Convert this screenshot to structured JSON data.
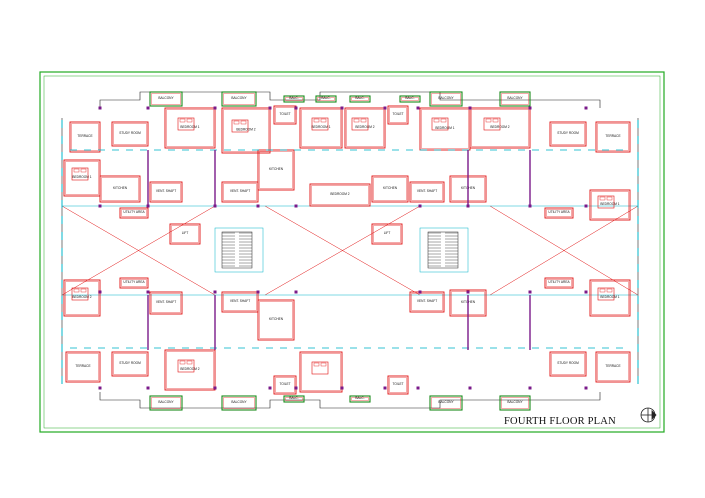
{
  "drawing": {
    "title": "FOURTH FLOOR PLAN",
    "colors": {
      "frame": "#22aa22",
      "walls": "#e01010",
      "window": "#00b4c8",
      "column": "#7a1a8a",
      "balcony": "#1a8a1a",
      "stair": "#222222",
      "text": "#111111"
    },
    "icons": [
      "north-arrow-icon"
    ]
  },
  "rooms": {
    "terrace_tl": "TERRACE",
    "terrace_tr": "TERRACE",
    "terrace_bl": "TERRACE",
    "terrace_br": "TERRACE",
    "study_tl": "STUDY ROOM",
    "study_tr": "STUDY ROOM",
    "study_bl": "STUDY ROOM",
    "study_br": "STUDY ROOM",
    "balcony_1": "BALCONY",
    "balcony_2": "BALCONY",
    "balcony_3": "BALCONY",
    "balcony_4": "BALCONY",
    "balcony_5": "BALCONY",
    "balcony_6": "BALCONY",
    "balcony_7": "BALCONY",
    "balcony_8": "BALCONY",
    "bed_1": "BEDROOM 1",
    "bed_2": "BEDROOM 2",
    "bed_3": "BEDROOM 1",
    "bed_4": "BEDROOM 2",
    "bed_5": "BEDROOM 1",
    "bed_6": "BEDROOM 2",
    "bed_7": "BEDROOM 1",
    "bed_8": "BEDROOM 2",
    "bed_9": "BEDROOM 1",
    "bed_10": "BEDROOM 2",
    "bed_11": "BEDROOM 1",
    "bed_12": "BEDROOM 2",
    "kitchen_1": "KITCHEN",
    "kitchen_2": "KITCHEN",
    "kitchen_3": "KITCHEN",
    "kitchen_4": "KITCHEN",
    "kitchen_5": "KITCHEN",
    "kitchen_6": "KITCHEN",
    "toilet_1": "TOILET",
    "toilet_2": "TOILET",
    "toilet_3": "TOILET",
    "toilet_4": "TOILET",
    "utility_1": "UTILITY AREA",
    "utility_2": "UTILITY AREA",
    "utility_3": "UTILITY AREA",
    "utility_4": "UTILITY AREA",
    "shaft_1": "VENT. SHAFT",
    "shaft_2": "VENT. SHAFT",
    "shaft_3": "VENT. SHAFT",
    "shaft_4": "VENT. SHAFT",
    "shaft_5": "VENT. SHAFT",
    "shaft_6": "VENT. SHAFT",
    "lift_1": "LIFT",
    "lift_2": "LIFT",
    "bal_small_1": "BALC.",
    "bal_small_2": "BALC.",
    "bal_small_3": "BALC.",
    "bal_small_4": "BALC.",
    "bal_small_5": "BALC.",
    "bal_small_6": "BALC."
  }
}
